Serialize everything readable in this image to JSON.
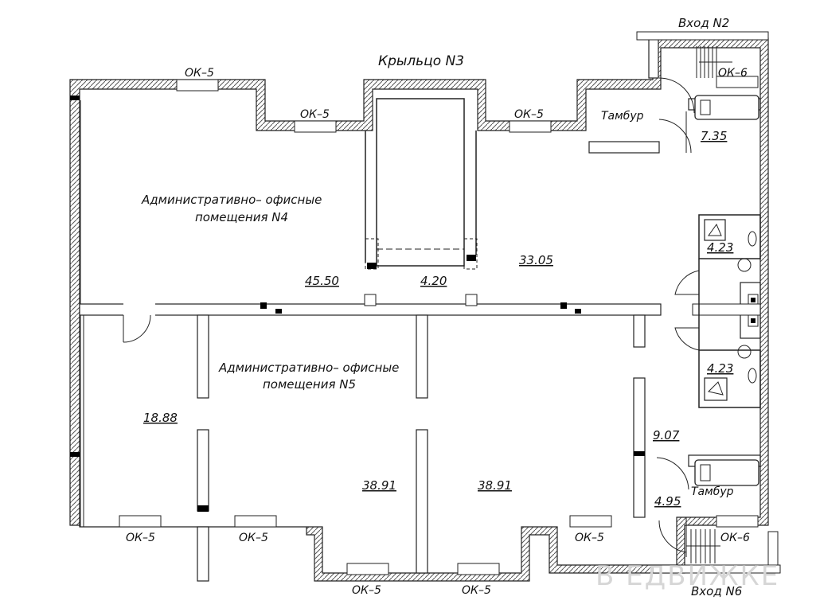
{
  "labels": {
    "entrance_2": "Вход N2",
    "entrance_6": "Вход N6",
    "porch_3": "Крыльцо N3",
    "room_4_line1": "Административно– офисные",
    "room_4_line2": "помещения N4",
    "room_5_line1": "Административно– офисные",
    "room_5_line2": "помещения N5",
    "vestibule_top": "Тамбур",
    "vestibule_bottom": "Тамбур"
  },
  "windows": {
    "ok5": "ОК–5",
    "ok6": "ОК–6"
  },
  "areas": {
    "a45_50": "45.50",
    "a4_20": "4.20",
    "a33_05": "33.05",
    "a7_35": "7.35",
    "wc_top": "4.23",
    "wc_bottom": "4.23",
    "a18_88": "18.88",
    "a38_91_left": "38.91",
    "a38_91_right": "38.91",
    "a9_07": "9.07",
    "a4_95": "4.95"
  },
  "watermark": "В  ЕДВИЖКЕ"
}
